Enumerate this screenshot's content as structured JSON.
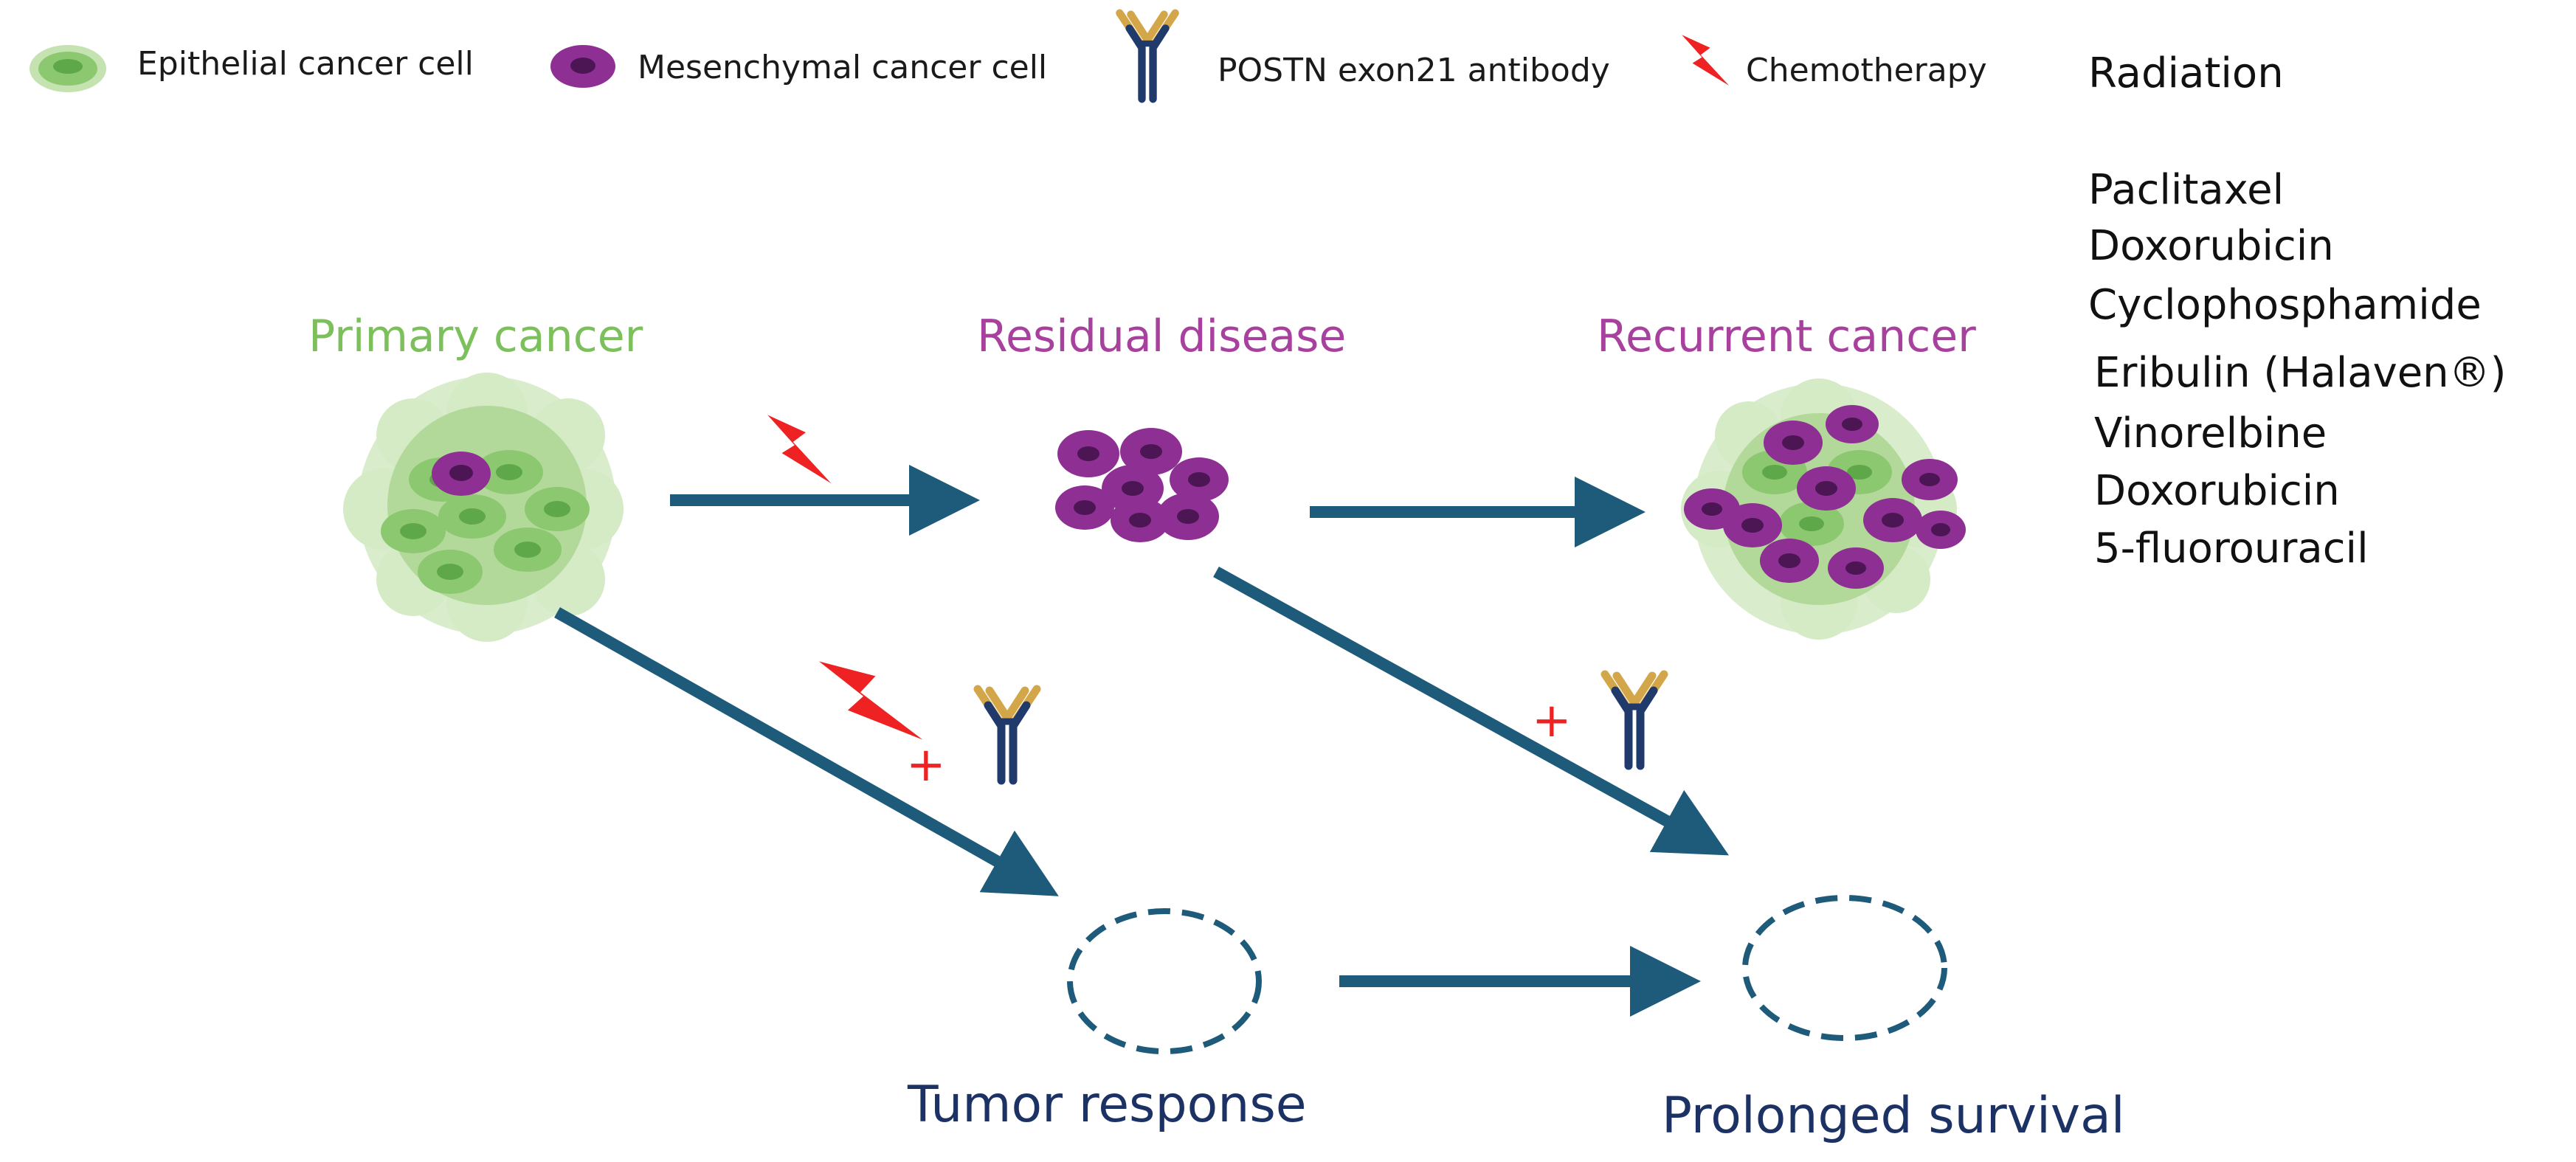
{
  "legend": {
    "epithelial_label": "Epithelial cancer cell",
    "mesenchymal_label": "Mesenchymal cancer cell",
    "antibody_label": "POSTN exon21 antibody",
    "chemo_label": "Chemotherapy",
    "radiation_label": "Radiation"
  },
  "drugs": [
    "Paclitaxel",
    "Doxorubicin",
    "Cyclophosphamide",
    "Eribulin (Halaven®)",
    "Vinorelbine",
    "Doxorubicin",
    "5-fluorouracil"
  ],
  "stages": {
    "primary": "Primary cancer",
    "residual": "Residual disease",
    "recurrent": "Recurrent cancer"
  },
  "outcomes": {
    "tumor_response": "Tumor response",
    "prolonged_survival": "Prolonged survival"
  },
  "plus": "+",
  "colors": {
    "arrow": "#1e5a7a",
    "epithelial": "#8cc870",
    "epithelial_nucleus": "#5ea84a",
    "mesenchymal": "#8e2f94",
    "mesenchymal_nucleus": "#4c1554",
    "chemo": "#ee2222",
    "antibody_stem": "#1f3a6b",
    "antibody_tip": "#d4a64a",
    "outcome_circle": "#1e5a7a"
  }
}
